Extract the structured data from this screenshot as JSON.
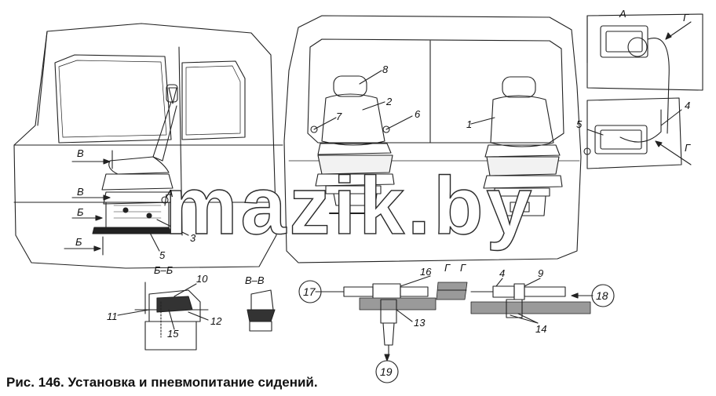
{
  "caption": "Рис. 146. Установка и пневмопитание сидений.",
  "watermark": "mazik.by",
  "labels": {
    "n1": "1",
    "n2": "2",
    "n3": "3",
    "n4a": "4",
    "n4b": "4",
    "n5a": "5",
    "n5b": "5",
    "n6": "6",
    "n7": "7",
    "n8": "8",
    "n9": "9",
    "n10": "10",
    "n11": "11",
    "n12": "12",
    "n13": "13",
    "n14": "14",
    "n15": "15",
    "n16": "16",
    "c17": "17",
    "c18": "18",
    "c19": "19",
    "view_a1": "А",
    "view_a2": "А",
    "view_b1": "Б",
    "view_b2": "Б",
    "view_v1": "В",
    "view_v2": "В",
    "view_g1": "Г",
    "view_g2": "Г",
    "view_g3": "Г",
    "view_g4": "Г",
    "section_bb": "Б–Б",
    "section_vv": "В–В"
  }
}
